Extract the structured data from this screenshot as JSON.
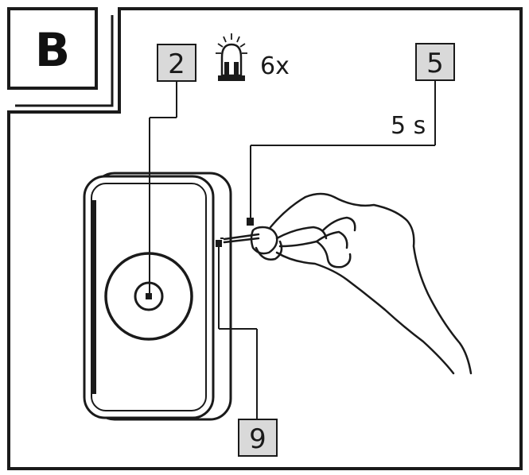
{
  "panel": {
    "label": "B"
  },
  "callouts": {
    "power_button": "2",
    "pairing_hole": "5",
    "indicator_led": "9"
  },
  "annotations": {
    "flash_count": "6x",
    "hold_duration": "5 s"
  },
  "icons": {
    "flashing_light": "flashing-light-icon"
  },
  "colors": {
    "stroke": "#1a1a1a",
    "callout_fill": "#d9d9d9",
    "background": "#ffffff"
  }
}
